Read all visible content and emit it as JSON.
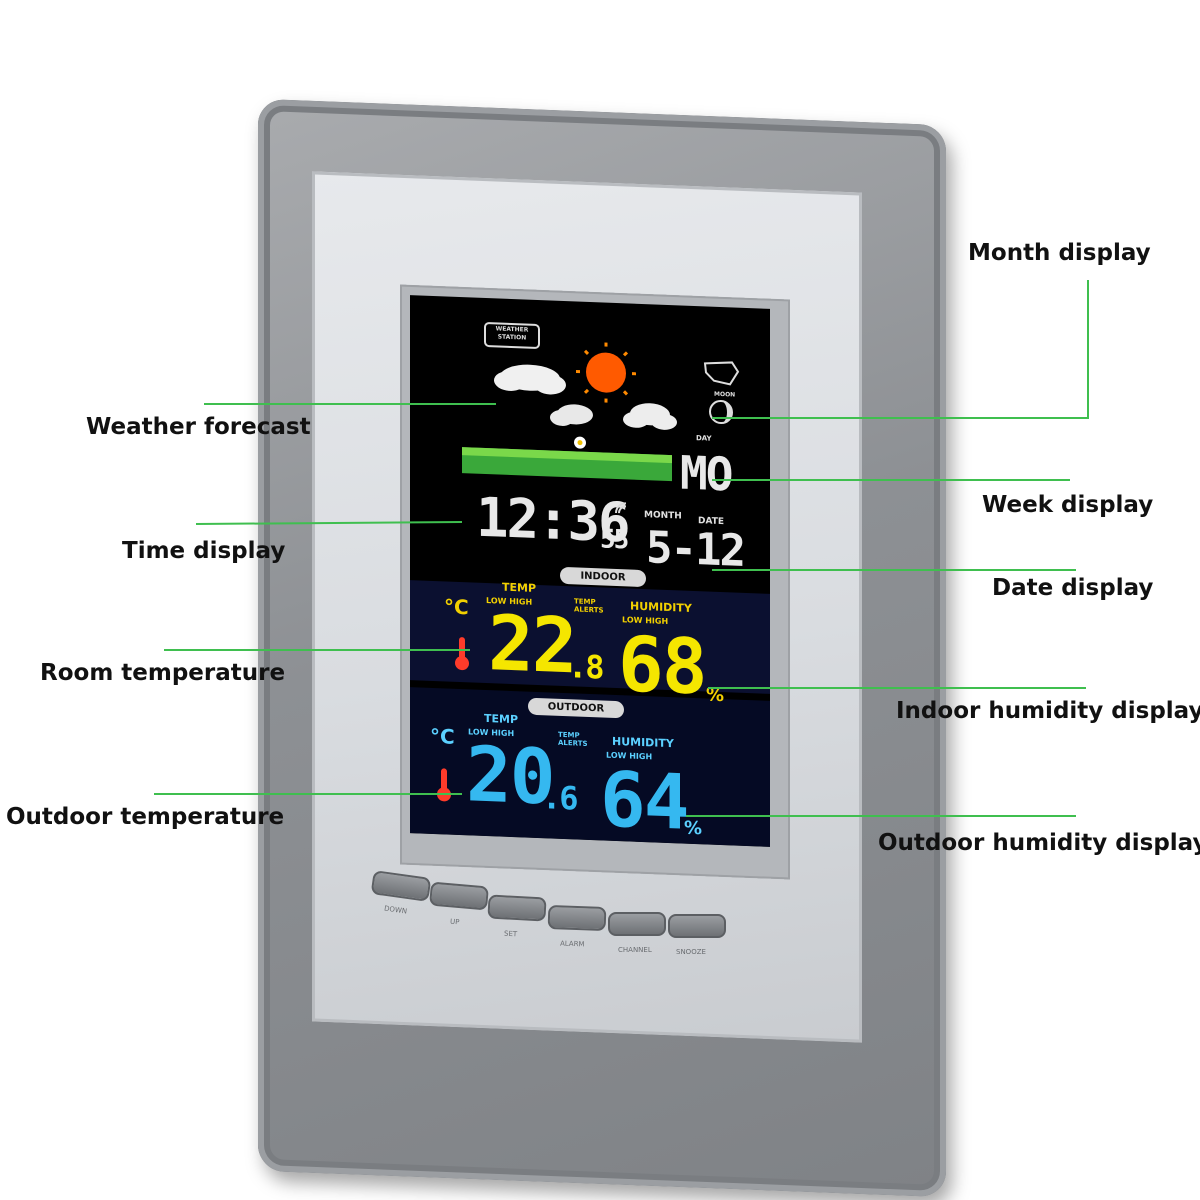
{
  "callouts": {
    "month_display": "Month display",
    "weather_forecast": "Weather forecast",
    "week_display": "Week display",
    "time_display": "Time display",
    "date_display": "Date display",
    "room_temperature": "Room temperature",
    "indoor_humidity": "Indoor humidity display",
    "outdoor_temperature": "Outdoor temperature",
    "outdoor_humidity": "Outdoor humidity display"
  },
  "lcd": {
    "badge": "WEATHER STATION",
    "moon_label": "MOON",
    "day_label": "DAY",
    "weekday": "MO",
    "time_hm": "12:36",
    "time_sec": "55",
    "month_label": "MONTH",
    "date_label": "DATE",
    "month_date": "5-12",
    "indoor_label": "INDOOR",
    "outdoor_label": "OUTDOOR",
    "temp_label": "TEMP",
    "humidity_label": "HUMIDITY",
    "low_high": "LOW HIGH",
    "alerts_label": "TEMP ALERTS",
    "celsius": "°C",
    "indoor_temp_int": "22",
    "indoor_temp_dec": ".8",
    "indoor_humidity": "68",
    "outdoor_temp_int": "20",
    "outdoor_temp_dec": ".6",
    "outdoor_humidity": "64",
    "percent": "%"
  },
  "buttons": [
    "DOWN",
    "UP",
    "SET",
    "ALARM",
    "CHANNEL",
    "SNOOZE"
  ],
  "colors": {
    "callout_line": "#3fbf4f",
    "indoor_digits": "#f5e600",
    "outdoor_digits": "#35b8f0"
  }
}
